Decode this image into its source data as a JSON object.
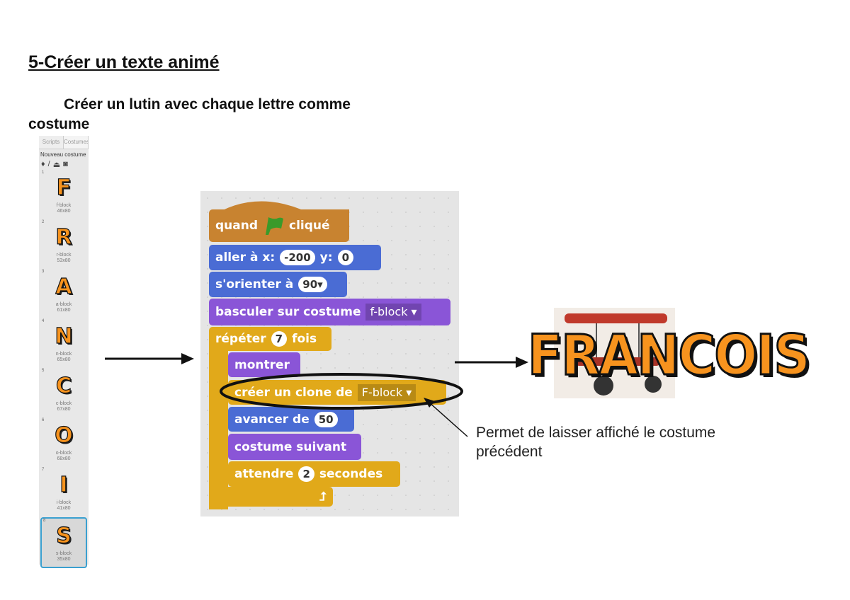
{
  "document": {
    "title": "5-Créer un texte animé",
    "instruction_line1": "Créer un lutin avec chaque lettre comme",
    "instruction_line2": "costume",
    "annotation": "Permet de laisser affiché le costume précédent"
  },
  "costume_panel": {
    "tabs": [
      "Scripts",
      "Costumes"
    ],
    "new_costume_label": "Nouveau costume :",
    "tools": [
      "paint-icon",
      "brush-icon",
      "upload-icon",
      "camera-icon"
    ],
    "costumes": [
      {
        "index": "1",
        "glyph": "F",
        "name": "f-block",
        "size": "46x80"
      },
      {
        "index": "2",
        "glyph": "R",
        "name": "r-block",
        "size": "53x80"
      },
      {
        "index": "3",
        "glyph": "A",
        "name": "a-block",
        "size": "61x80"
      },
      {
        "index": "4",
        "glyph": "N",
        "name": "n-block",
        "size": "65x80"
      },
      {
        "index": "5",
        "glyph": "C",
        "name": "c-block",
        "size": "67x80"
      },
      {
        "index": "6",
        "glyph": "O",
        "name": "o-block",
        "size": "68x80"
      },
      {
        "index": "7",
        "glyph": "I",
        "name": "i-block",
        "size": "41x80"
      },
      {
        "index": "8",
        "glyph": "S",
        "name": "s-block",
        "size": "35x80",
        "selected": true
      }
    ]
  },
  "script": {
    "when_flag": {
      "before": "quand",
      "after": "cliqué"
    },
    "goto": {
      "label": "aller à x:",
      "x": "-200",
      "ylabel": "y:",
      "y": "0"
    },
    "point": {
      "label": "s'orienter à",
      "value": "90▾"
    },
    "switch_costume": {
      "label": "basculer sur costume",
      "value": "f-block ▾"
    },
    "repeat": {
      "label": "répéter",
      "count": "7",
      "after": "fois",
      "end_arrow": "⮥"
    },
    "show": {
      "label": "montrer"
    },
    "clone": {
      "label": "créer un clone de",
      "value": "F-block ▾"
    },
    "move": {
      "label": "avancer de",
      "value": "50"
    },
    "next_costume": {
      "label": "costume suivant"
    },
    "wait": {
      "label": "attendre",
      "value": "2",
      "after": "secondes"
    }
  },
  "result": {
    "word": "FRANCOIS"
  },
  "colors": {
    "events": "#c88330",
    "motion": "#4a6cd4",
    "looks": "#8a55d7",
    "control": "#e1a91a",
    "letter": "#f7931e"
  }
}
